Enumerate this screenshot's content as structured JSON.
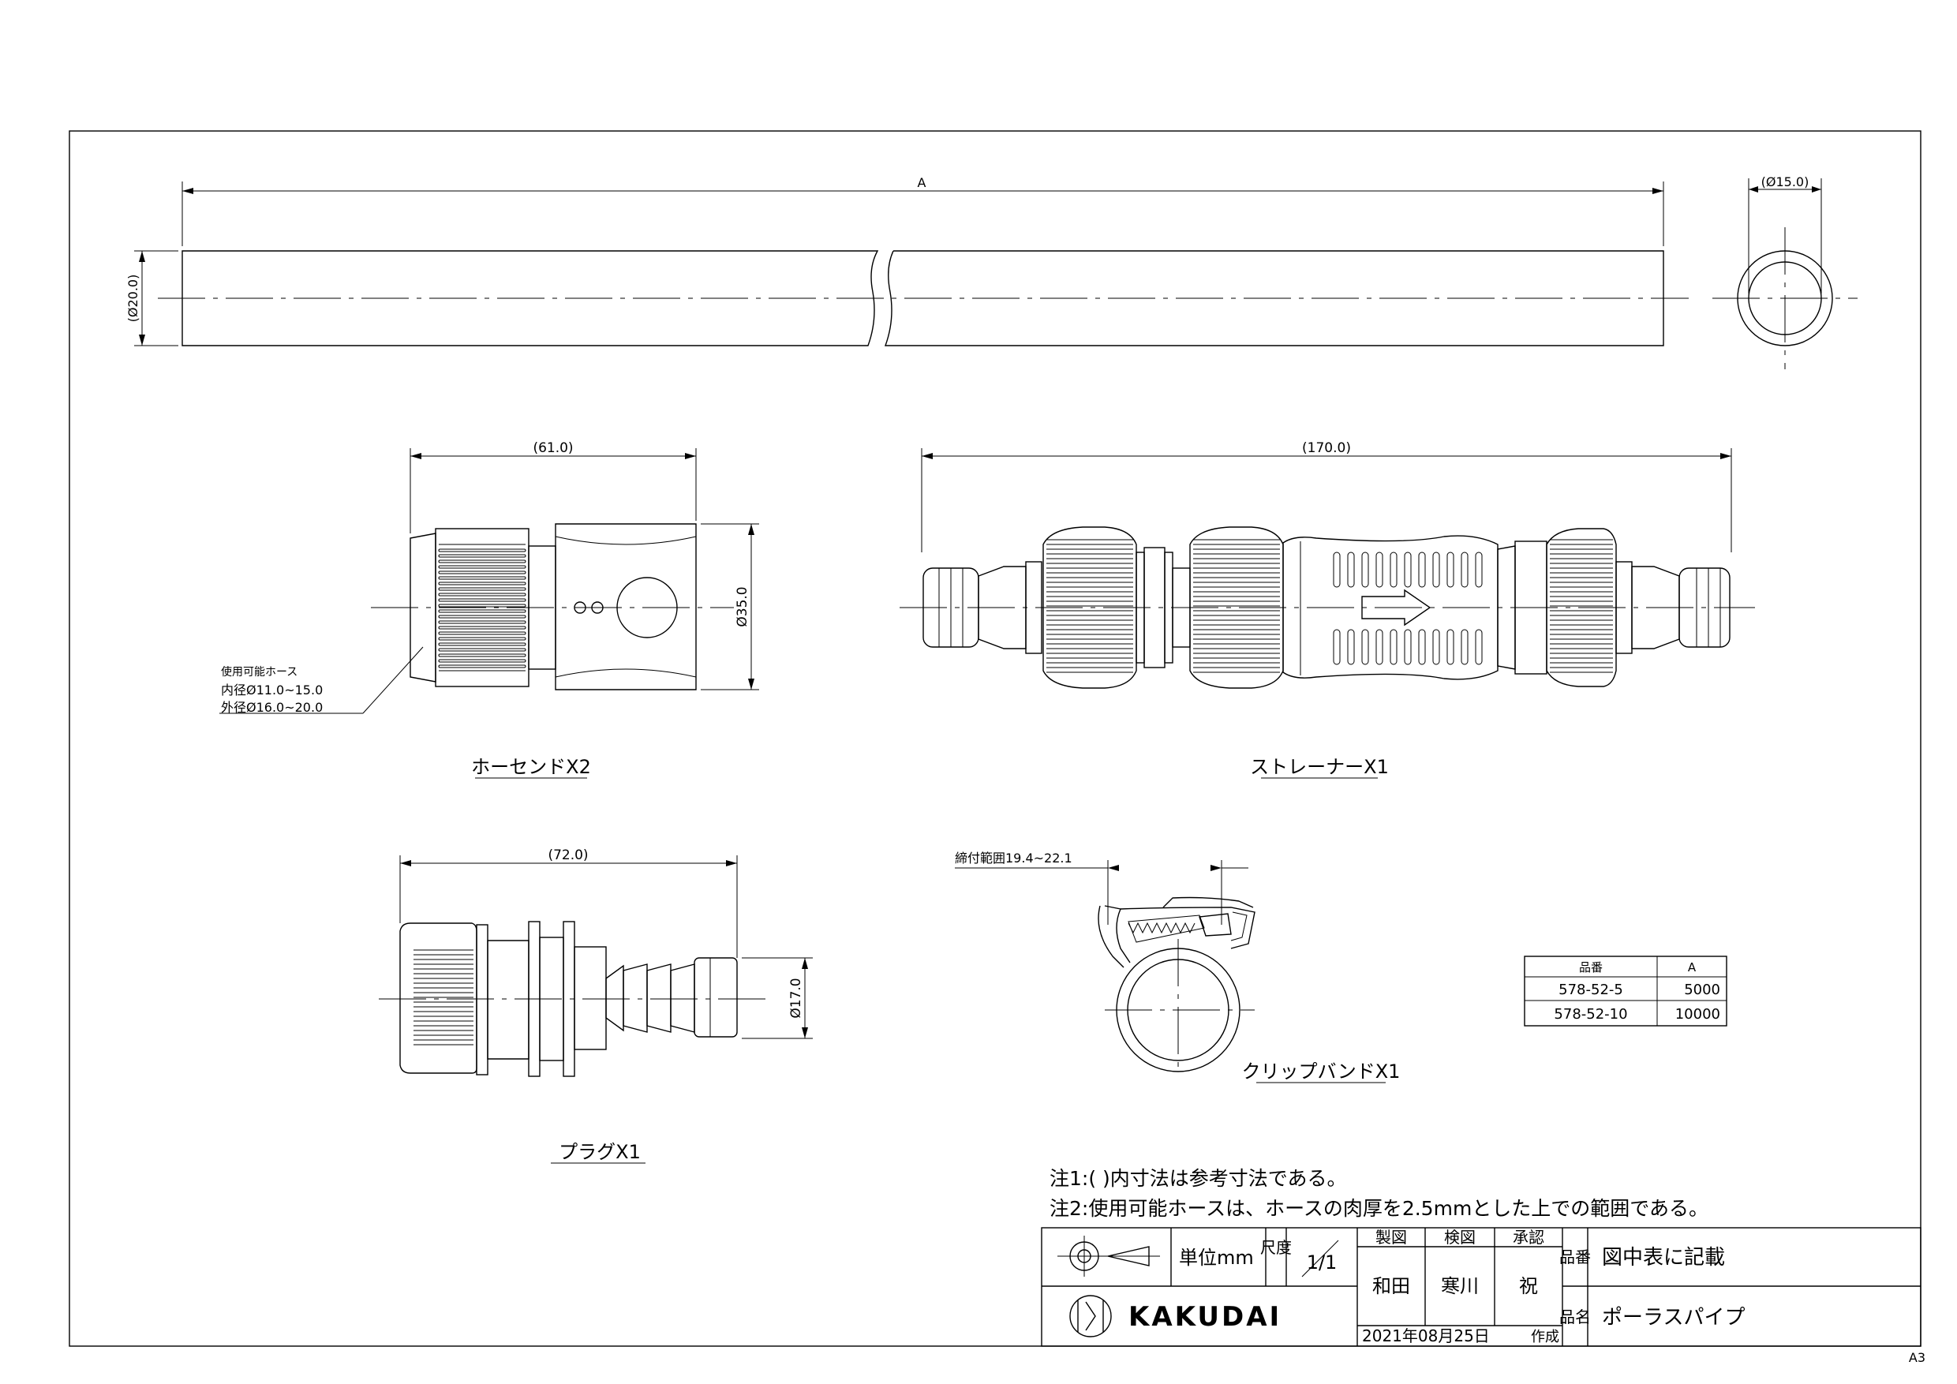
{
  "dimensions": {
    "length_A": "A",
    "hose_od_side": "(Ø20.0)",
    "hose_od_end": "(Ø15.0)",
    "hose_end_length": "(61.0)",
    "hose_end_diameter": "Ø35.0",
    "strainer_length": "(170.0)",
    "plug_length": "(72.0)",
    "plug_diameter": "Ø17.0",
    "clip_range": "締付範囲19.4~22.1"
  },
  "hose_note": {
    "title": "使用可能ホース",
    "inner": "内径Ø11.0~15.0",
    "outer": "外径Ø16.0~20.0"
  },
  "part_labels": {
    "hose_end": "ホーセンドX2",
    "strainer": "ストレーナーX1",
    "plug": "プラグX1",
    "clip_band": "クリップバンドX1"
  },
  "part_table": {
    "headers": [
      "品番",
      "A"
    ],
    "rows": [
      [
        "578-52-5",
        "5000"
      ],
      [
        "578-52-10",
        "10000"
      ]
    ]
  },
  "notes": [
    "注1:( )内寸法は参考寸法である。",
    "注2:使用可能ホースは、ホースの肉厚を2.5mmとした上での範囲である。"
  ],
  "title_block": {
    "unit_label": "単位mm",
    "scale_label": "尺度",
    "scale_value": "1/1",
    "drawn_label": "製図",
    "checked_label": "検図",
    "approved_label": "承認",
    "drawn_by": "和田",
    "checked_by": "寒川",
    "approved_by": "祝",
    "part_no_label": "品番",
    "part_no_value": "図中表に記載",
    "name_label": "品名",
    "name_value": "ポーラスパイプ",
    "date": "2021年08月25日",
    "created_label": "作成",
    "company": "KAKUDAI"
  },
  "sheet_size": "A3"
}
